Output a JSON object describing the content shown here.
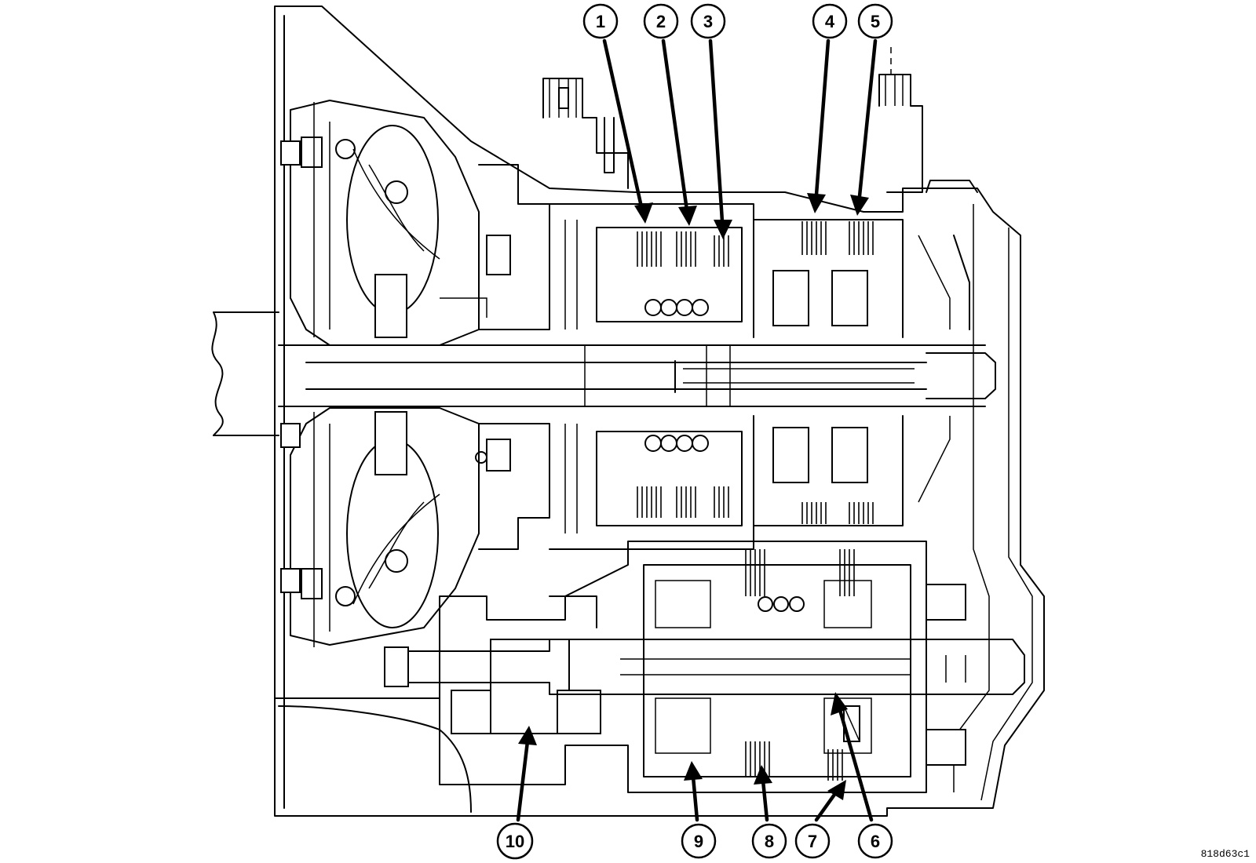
{
  "figure": {
    "code": "818d63c1",
    "callouts": [
      "1",
      "2",
      "3",
      "4",
      "5",
      "6",
      "7",
      "8",
      "9",
      "10"
    ]
  }
}
